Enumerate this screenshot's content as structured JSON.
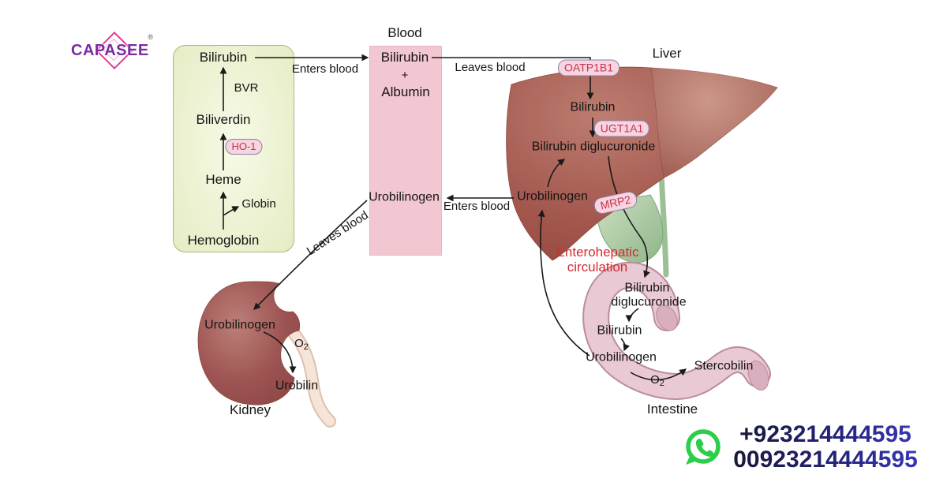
{
  "logo": {
    "text": "CAPASEE",
    "registered": "®"
  },
  "pathway_box": {
    "bilirubin": "Bilirubin",
    "bvr": "BVR",
    "biliverdin": "Biliverdin",
    "ho1": "HO-1",
    "heme": "Heme",
    "globin": "Globin",
    "hemoglobin": "Hemoglobin"
  },
  "blood": {
    "title": "Blood",
    "bilirubin": "Bilirubin",
    "plus": "+",
    "albumin": "Albumin",
    "urobilinogen": "Urobilinogen"
  },
  "flow": {
    "enters_blood_top": "Enters blood",
    "leaves_blood_top": "Leaves blood",
    "enters_blood_mid": "Enters blood",
    "leaves_blood_kidney": "Leaves blood"
  },
  "liver": {
    "title": "Liver",
    "oatp1b1": "OATP1B1",
    "bilirubin": "Bilirubin",
    "ugt1a1": "UGT1A1",
    "bilirubin_diglucuronide": "Bilirubin diglucuronide",
    "urobilinogen": "Urobilinogen",
    "mrp2": "MRP2"
  },
  "enterohepatic": {
    "line1": "Enterohepatic",
    "line2": "circulation"
  },
  "intestine": {
    "title": "Intestine",
    "bd_line1": "Bilirubin",
    "bd_line2": "diglucuronide",
    "bilirubin": "Bilirubin",
    "urobilinogen": "Urobilinogen",
    "o": "O",
    "o_sub": "2",
    "stercobilin": "Stercobilin"
  },
  "kidney": {
    "title": "Kidney",
    "urobilinogen": "Urobilinogen",
    "o": "O",
    "o_sub": "2",
    "urobilin": "Urobilin"
  },
  "contact": {
    "phone1": "+923214444595",
    "phone2": "00923214444595"
  },
  "colors": {
    "enterohepatic_red": "#d42a2e",
    "badge_text": "#c9334b",
    "badge_bg": "#f7d4e1",
    "pathway_green_box": "#e9efca",
    "blood_pink": "#f3c7d1",
    "liver_brown": "#a65c52",
    "whatsapp_green": "#2bce49",
    "phone_navy": "#1b1b3a",
    "phone_blue": "#3d3dc4",
    "logo_purple": "#7b2aa1",
    "logo_pink": "#e23a92"
  }
}
